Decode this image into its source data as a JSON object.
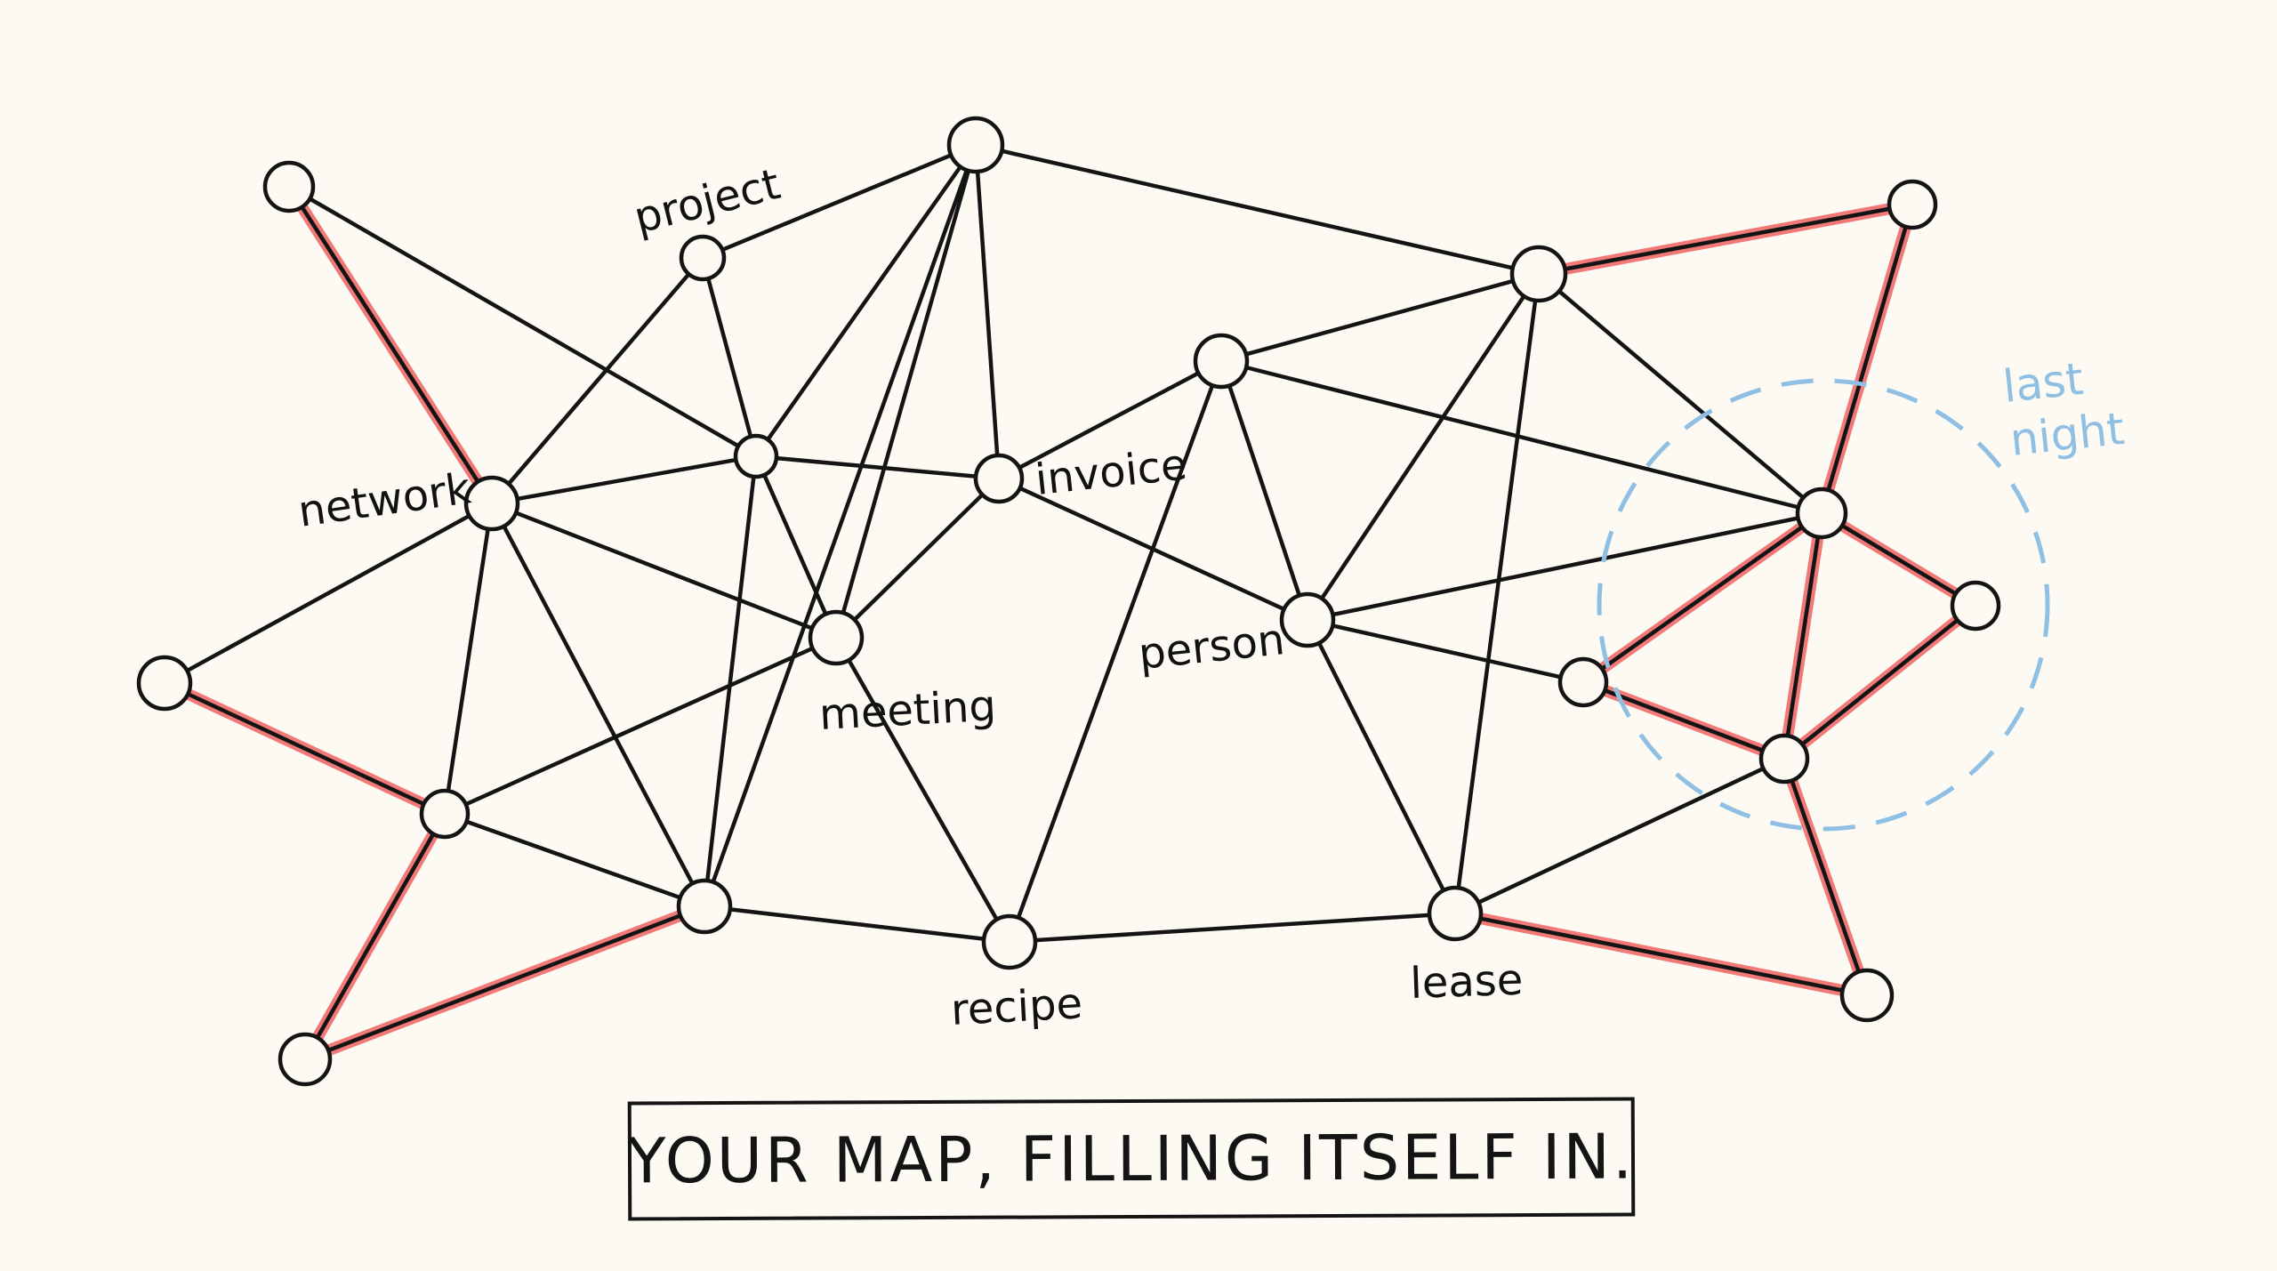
{
  "colors": {
    "background": "#fcfaf2",
    "ink": "#141414",
    "highlight": "#ef6a6a",
    "annotation": "#8fbfe3"
  },
  "labels": {
    "project": "project",
    "network": "network",
    "invoice": "invoice",
    "meeting": "meeting",
    "person": "person",
    "recipe": "recipe",
    "lease": "lease"
  },
  "annotation": {
    "line1": "last",
    "line2": "night"
  },
  "caption": "YOUR MAP, FILLING ITSELF IN."
}
